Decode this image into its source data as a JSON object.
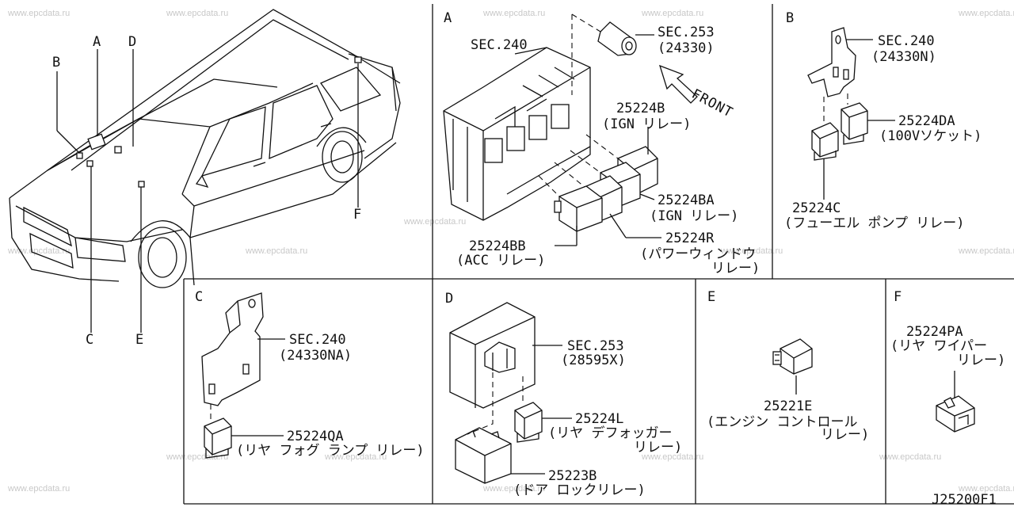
{
  "watermark": "www.epcdata.ru",
  "diagram_code": "J25200F1",
  "overview": {
    "callouts": [
      "A",
      "B",
      "C",
      "D",
      "E",
      "F"
    ]
  },
  "panels": {
    "A": {
      "letter": "A",
      "sec_240": "SEC.240",
      "sec_253": "SEC.253",
      "sec_253_code": "(24330)",
      "front": "FRONT",
      "p1_num": "25224B",
      "p1_desc": "(IGN リレー)",
      "p2_num": "25224BA",
      "p2_desc": "(IGN リレー)",
      "p3_num": "25224BB",
      "p3_desc": "(ACC リレー)",
      "p4_num": "25224R",
      "p4_desc1": "(パワーウィンドウ",
      "p4_desc2": "リレー)"
    },
    "B": {
      "letter": "B",
      "sec": "SEC.240",
      "sec_code": "(24330N)",
      "p1_num": "25224DA",
      "p1_desc": "(100Vソケット)",
      "p2_num": "25224C",
      "p2_desc": "(フューエル ポンプ リレー)"
    },
    "C": {
      "letter": "C",
      "sec": "SEC.240",
      "sec_code": "(24330NA)",
      "p1_num": "25224QA",
      "p1_desc": "(リヤ フォグ ランプ リレー)"
    },
    "D": {
      "letter": "D",
      "sec": "SEC.253",
      "sec_code": "(28595X)",
      "p1_num": "25224L",
      "p1_desc1": "(リヤ デフォッガー",
      "p1_desc2": "リレー)",
      "p2_num": "25223B",
      "p2_desc": "(ドア ロックリレー)"
    },
    "E": {
      "letter": "E",
      "p1_num": "25221E",
      "p1_desc1": "(エンジン コントロール",
      "p1_desc2": "リレー)"
    },
    "F": {
      "letter": "F",
      "p1_num": "25224PA",
      "p1_desc1": "(リヤ ワイパー",
      "p1_desc2": "リレー)"
    }
  }
}
